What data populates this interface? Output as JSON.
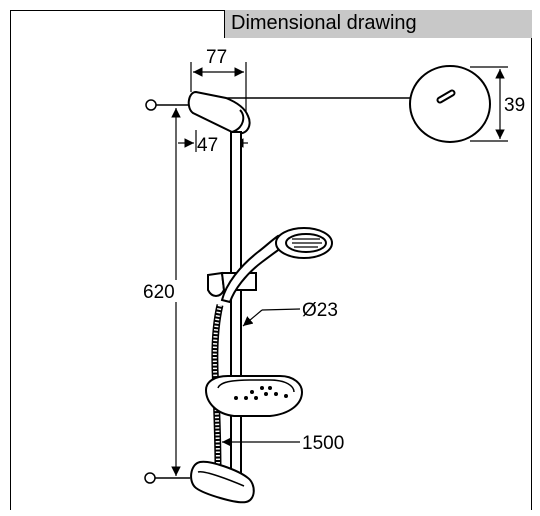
{
  "header": {
    "title": "Dimensional drawing"
  },
  "dimensions": {
    "width_bracket": "77",
    "offset": "47",
    "height_bar": "620",
    "diameter_bar": "Ø23",
    "hose_length": "1500",
    "wall_plate_height": "39"
  },
  "colors": {
    "header_bg": "#c8c8c8",
    "line": "#000000",
    "background": "#ffffff"
  }
}
